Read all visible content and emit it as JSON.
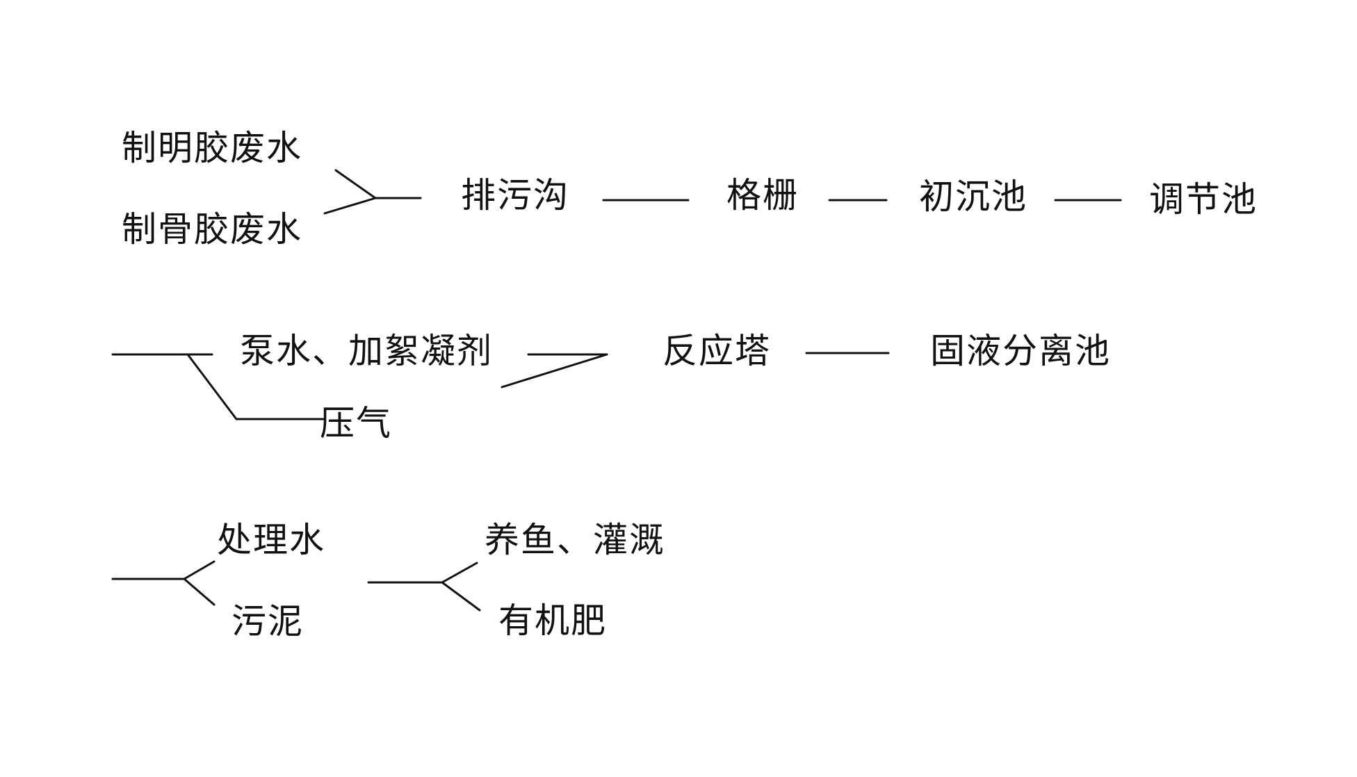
{
  "row1": {
    "source_1": "制明胶废水",
    "source_2": "制骨胶废水",
    "step_1": "排污沟",
    "step_2": "格栅",
    "step_3": "初沉池",
    "step_4": "调节池"
  },
  "row2": {
    "input_1": "泵水、加絮凝剂",
    "input_2": "压气",
    "step_1": "反应塔",
    "step_2": "固液分离池"
  },
  "row3": {
    "output_1": "处理水",
    "output_2": "污泥",
    "use_1": "养鱼、灌溉",
    "use_2": "有机肥"
  }
}
